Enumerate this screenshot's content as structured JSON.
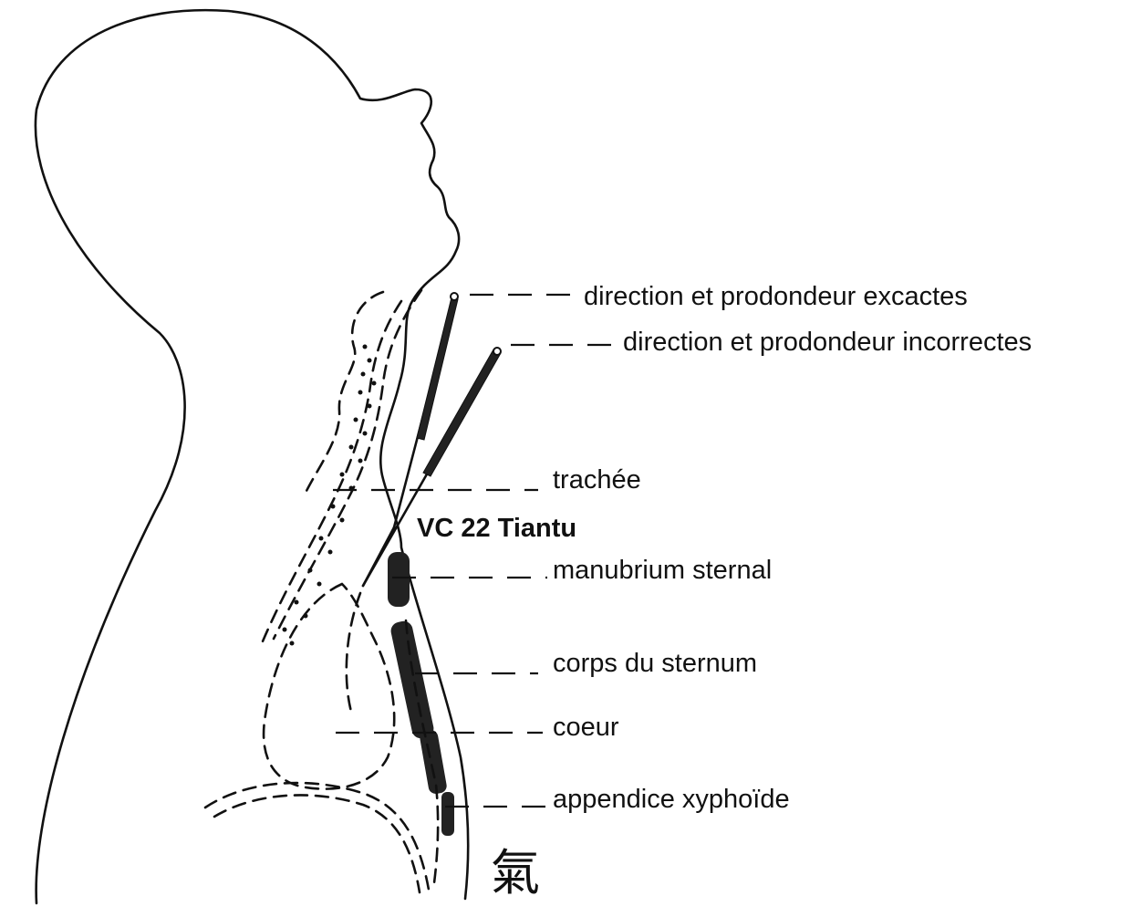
{
  "labels": {
    "needle_correct": "direction et prodondeur excactes",
    "needle_incorrect": "direction et prodondeur incorrectes",
    "trachea": "trachée",
    "point": "VC 22 Tiantu",
    "manubrium": "manubrium sternal",
    "sternum_body": "corps du sternum",
    "heart": "coeur",
    "xiphoid": "appendice xyphoïde"
  },
  "seal_glyph": "氣",
  "colors": {
    "ink": "#111111",
    "background": "#ffffff"
  }
}
